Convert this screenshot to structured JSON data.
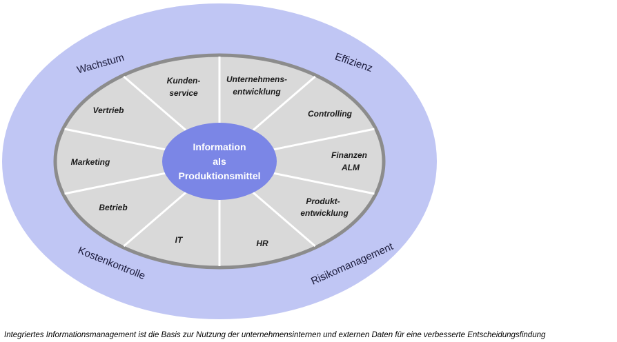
{
  "diagram": {
    "center": {
      "lines": [
        "Information",
        "als",
        "Produktionsmittel"
      ]
    },
    "segments": [
      {
        "id": "kundenservice",
        "lines": [
          "Kunden-",
          "service"
        ]
      },
      {
        "id": "unternehmensentwicklung",
        "lines": [
          "Unternehmens-",
          "entwicklung"
        ]
      },
      {
        "id": "controlling",
        "lines": [
          "Controlling"
        ]
      },
      {
        "id": "finanzen-alm",
        "lines": [
          "Finanzen",
          "ALM"
        ]
      },
      {
        "id": "produktentwicklung",
        "lines": [
          "Produkt-",
          "entwicklung"
        ]
      },
      {
        "id": "hr",
        "lines": [
          "HR"
        ]
      },
      {
        "id": "it",
        "lines": [
          "IT"
        ]
      },
      {
        "id": "betrieb",
        "lines": [
          "Betrieb"
        ]
      },
      {
        "id": "marketing",
        "lines": [
          "Marketing"
        ]
      },
      {
        "id": "vertrieb",
        "lines": [
          "Vertrieb"
        ]
      }
    ],
    "outer_labels": {
      "wachstum": "Wachstum",
      "effizienz": "Effizienz",
      "kostenkontrolle": "Kostenkontrolle",
      "risikomanagement": "Risikomanagement"
    },
    "colors": {
      "outer_ring": "#c0c6f4",
      "inner_fill": "#d9d9d9",
      "inner_border": "#8c8c8c",
      "spokes": "#ffffff",
      "center_fill": "#7b86e6"
    }
  },
  "caption": "Integriertes Informationsmanagement ist die Basis zur Nutzung der unternehmensinternen und externen Daten für eine verbesserte Entscheidungsfindung"
}
